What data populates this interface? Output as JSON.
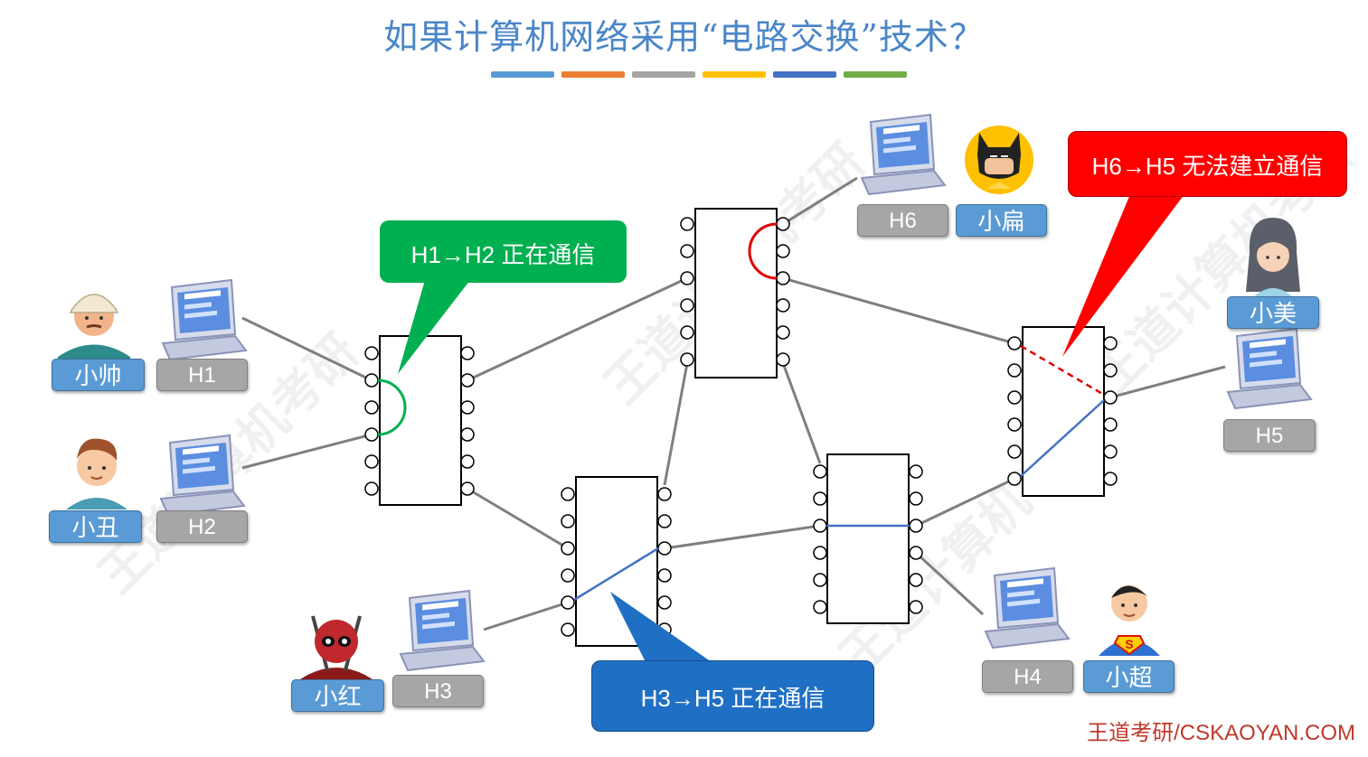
{
  "title": "如果计算机网络采用“电路交换”技术？",
  "color_bars": [
    "#5b9bd5",
    "#ed7d31",
    "#a5a5a5",
    "#ffc000",
    "#4472c4",
    "#70ad47"
  ],
  "people": {
    "xiaoshuai": "小帅",
    "xiaochou": "小丑",
    "xiaohong": "小红",
    "xiaobian": "小扁",
    "xiaomei": "小美",
    "xiaochao": "小超"
  },
  "hosts": {
    "h1": "H1",
    "h2": "H2",
    "h3": "H3",
    "h4": "H4",
    "h5": "H5",
    "h6": "H6"
  },
  "callouts": {
    "h1_h2": "H1→H2 正在通信",
    "h3_h5": "H3→H5 正在通信",
    "h6_h5": "H6→H5 无法建立通信"
  },
  "footer": "王道考研/CSKAOYAN.COM",
  "watermark": "王道计算机考研",
  "colors": {
    "green_callout": "#00b050",
    "blue_callout": "#1f6fc5",
    "red_callout": "#ff0000",
    "line_gray": "#7f7f7f",
    "path_blue": "#4472c4",
    "arc_green": "#00b050",
    "arc_red": "#e00000"
  }
}
